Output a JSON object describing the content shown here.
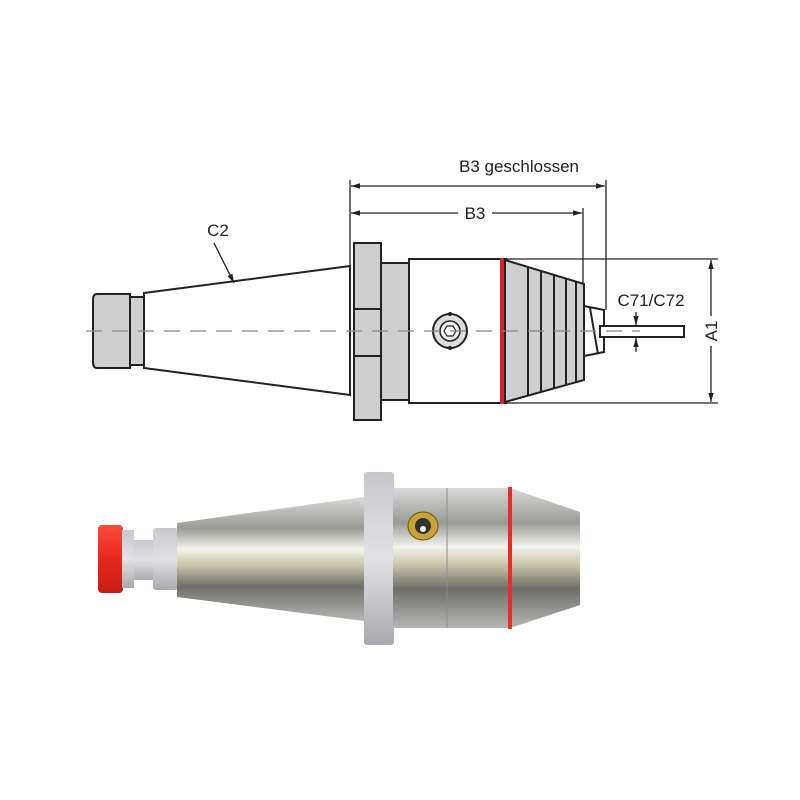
{
  "drawing": {
    "labels": {
      "b3_closed": "B3 geschlossen",
      "b3": "B3",
      "c2": "C2",
      "c71_c72": "C71/C72",
      "a1": "A1"
    }
  },
  "colors": {
    "line": "#222222",
    "accent_red": "#d8202a",
    "part_gray": "#cfcfcf",
    "brass": "#c9a23a"
  }
}
